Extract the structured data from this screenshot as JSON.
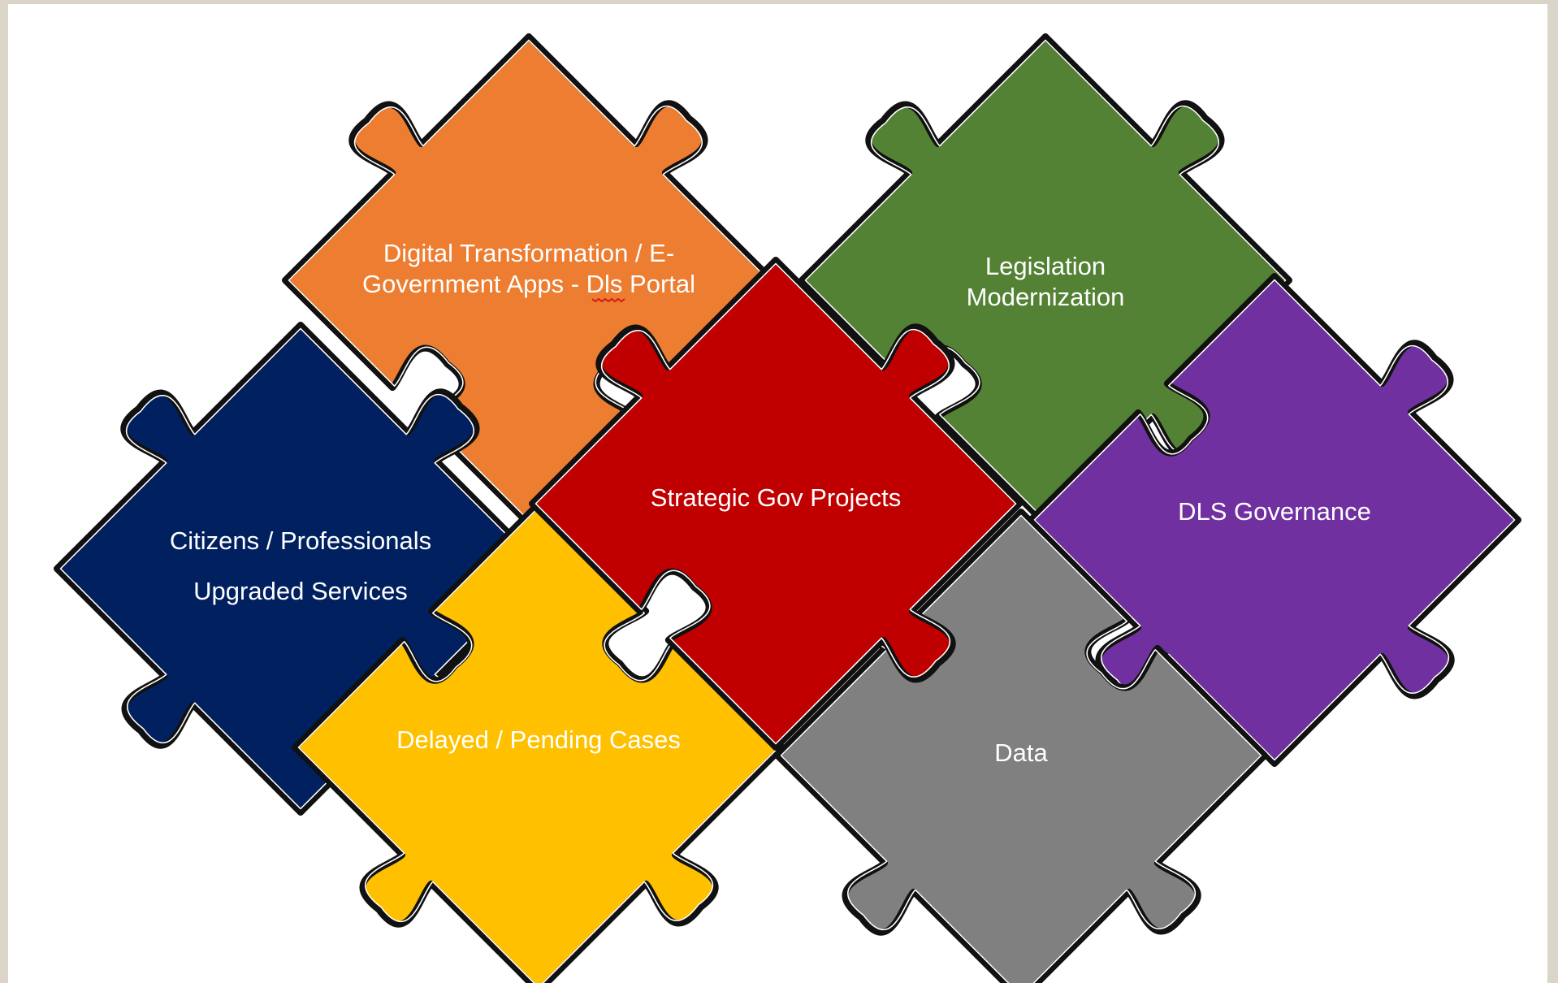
{
  "diagram": {
    "pieces": [
      {
        "id": "digital",
        "color": "#ED7D31",
        "lines": [
          "Digital Transformation / E-",
          "Government Apps - Dls Portal"
        ]
      },
      {
        "id": "legislation",
        "color": "#548235",
        "lines": [
          "Legislation",
          "Modernization"
        ]
      },
      {
        "id": "citizens",
        "color": "#002060",
        "lines": [
          "Citizens / Professionals",
          "Upgraded Services"
        ]
      },
      {
        "id": "strategic",
        "color": "#C00000",
        "lines": [
          "Strategic Gov Projects"
        ]
      },
      {
        "id": "governance",
        "color": "#7030A0",
        "lines": [
          "DLS Governance"
        ]
      },
      {
        "id": "delayed",
        "color": "#FFC000",
        "lines": [
          "Delayed / Pending Cases"
        ]
      },
      {
        "id": "data",
        "color": "#808080",
        "lines": [
          "Data"
        ]
      }
    ]
  },
  "colors": {
    "background": "#ffffff",
    "page_border": "#d9d4c7",
    "outline": "#111111",
    "label_text": "#ffffff"
  }
}
